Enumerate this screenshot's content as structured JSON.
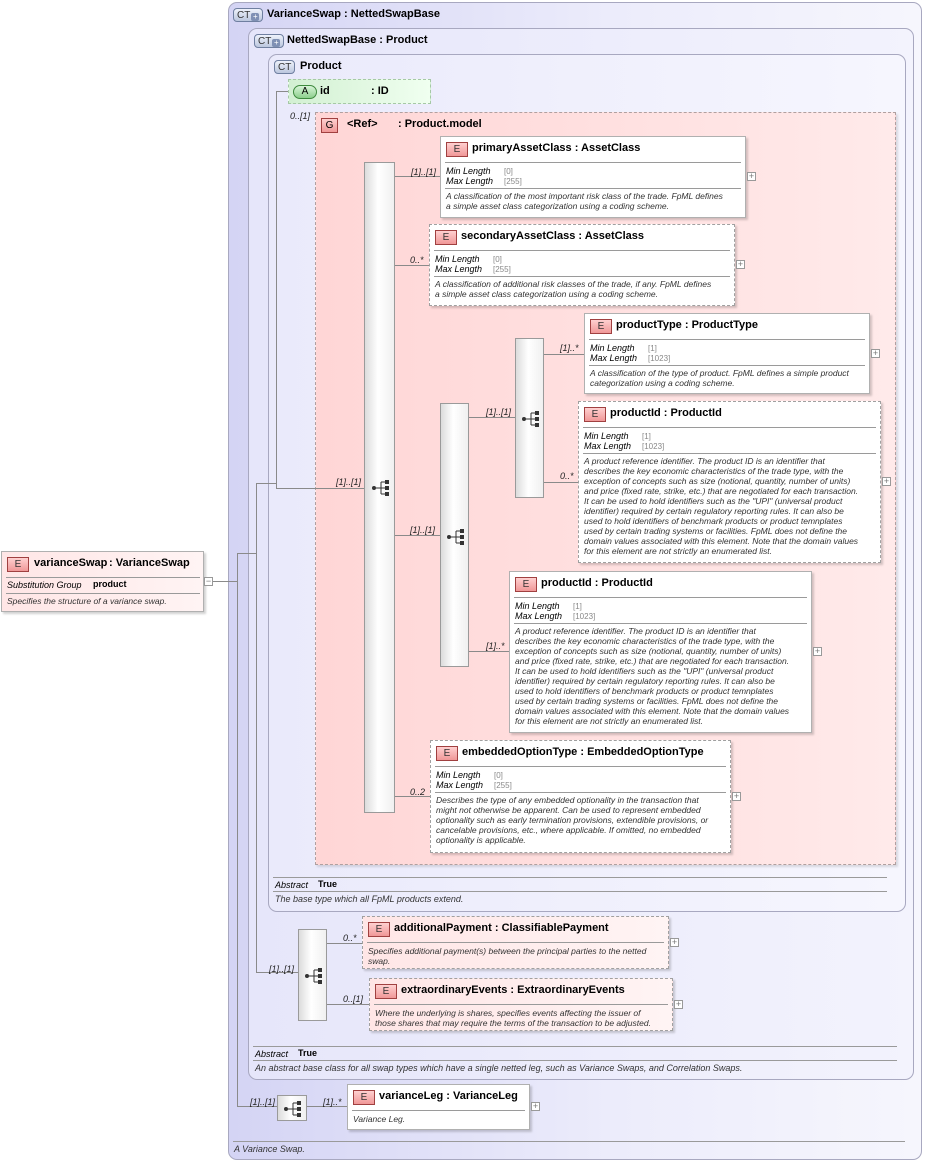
{
  "root_element": {
    "badge": "E",
    "name": "varianceSwap",
    "type": ": VarianceSwap",
    "subst_label": "Substitution Group",
    "subst_value": "product",
    "doc": "Specifies the structure of a variance swap."
  },
  "ct_variance": {
    "badge": "CT",
    "title": "VarianceSwap : NettedSwapBase",
    "doc": "A Variance Swap."
  },
  "ct_netted": {
    "badge": "CT",
    "title": "NettedSwapBase : Product",
    "abstract_label": "Abstract",
    "abstract_value": "True",
    "doc": "An abstract base class for all swap types which have a single netted leg, such as Variance Swaps, and Correlation Swaps."
  },
  "ct_product": {
    "badge": "CT",
    "title": "Product",
    "abstract_label": "Abstract",
    "abstract_value": "True",
    "doc": "The base type which all FpML products extend."
  },
  "attr_id": {
    "badge": "A",
    "name": "id",
    "type": ": ID"
  },
  "group": {
    "badge": "G",
    "name": "<Ref>",
    "type": ": Product.model",
    "card": "0..[1]"
  },
  "facets": {
    "min": "Min Length",
    "max": "Max Length"
  },
  "elements": {
    "primaryAssetClass": {
      "badge": "E",
      "title": "primaryAssetClass : AssetClass",
      "min": "[0]",
      "max": "[255]",
      "card": "[1]..[1]",
      "doc": [
        "A classification of the most important risk class of the trade. FpML defines",
        "a simple asset class categorization using a coding scheme."
      ]
    },
    "secondaryAssetClass": {
      "badge": "E",
      "title": "secondaryAssetClass : AssetClass",
      "min": "[0]",
      "max": "[255]",
      "card": "0..*",
      "doc": [
        "A classification of additional risk classes of the trade, if any. FpML defines",
        "a simple asset class categorization using a coding scheme."
      ]
    },
    "productType": {
      "badge": "E",
      "title": "productType : ProductType",
      "min": "[1]",
      "max": "[1023]",
      "card": "[1]..*",
      "doc": [
        "A classification of the type of product. FpML defines a simple product",
        "categorization using a coding scheme."
      ]
    },
    "productId1": {
      "badge": "E",
      "title": "productId : ProductId",
      "min": "[1]",
      "max": "[1023]",
      "card": "0..*",
      "doc": [
        "A product reference identifier. The product ID is an identifier that",
        "describes the key economic characteristics of the trade type, with the",
        "exception of concepts such as size (notional, quantity, number of units)",
        "and price (fixed rate, strike, etc.) that are negotiated for each transaction.",
        "It can be used to hold identifiers such as the \"UPI\" (universal product",
        "identifier) required by certain regulatory reporting rules. It can also be",
        "used to hold identifiers of benchmark products or product temnplates",
        "used by certain trading systems or facilities. FpML does not define the",
        "domain values associated with this element. Note that the domain values",
        "for this element are not strictly an enumerated list."
      ]
    },
    "productId2": {
      "badge": "E",
      "title": "productId : ProductId",
      "min": "[1]",
      "max": "[1023]",
      "card": "[1]..*",
      "doc": [
        "A product reference identifier. The product ID is an identifier that",
        "describes the key economic characteristics of the trade type, with the",
        "exception of concepts such as size (notional, quantity, number of units)",
        "and price (fixed rate, strike, etc.) that are negotiated for each transaction.",
        "It can be used to hold identifiers such as the \"UPI\" (universal product",
        "identifier) required by certain regulatory reporting rules. It can also be",
        "used to hold identifiers of benchmark products or product temnplates",
        "used by certain trading systems or facilities. FpML does not define the",
        "domain values associated with this element. Note that the domain values",
        "for this element are not strictly an enumerated list."
      ]
    },
    "embeddedOptionType": {
      "badge": "E",
      "title": "embeddedOptionType : EmbeddedOptionType",
      "min": "[0]",
      "max": "[255]",
      "card": "0..2",
      "doc": [
        "Describes the type of any embedded optionality in the transaction that",
        "might not otherwise be apparent. Can be used to represent embedded",
        "optionality such as early termination provisions, extendible provisions, or",
        "cancelable provisions, etc., where applicable. If omitted, no embedded",
        "optionality is applicable."
      ]
    },
    "additionalPayment": {
      "badge": "E",
      "title": "additionalPayment : ClassifiablePayment",
      "card": "0..*",
      "doc": [
        "Specifies additional payment(s) between the principal parties to the netted",
        "swap."
      ]
    },
    "extraordinaryEvents": {
      "badge": "E",
      "title": "extraordinaryEvents : ExtraordinaryEvents",
      "card": "0..[1]",
      "doc": [
        "Where the underlying is shares, specifies events affecting the issuer of",
        "those shares that may require the terms of the transaction to be adjusted."
      ]
    },
    "varianceLeg": {
      "badge": "E",
      "title": "varianceLeg : VarianceLeg",
      "card": "[1]..*",
      "doc": [
        "Variance Leg."
      ]
    }
  },
  "seq_cards": {
    "main": "[1]..[1]",
    "inner": "[1]..[1]",
    "choice": "[1]..[1]",
    "netted": "[1]..[1]",
    "leg": "[1]..[1]"
  },
  "icons": {
    "compositor": "sequence-icon",
    "expander": "plus-expander-icon",
    "collapser": "minus-collapser-icon"
  }
}
